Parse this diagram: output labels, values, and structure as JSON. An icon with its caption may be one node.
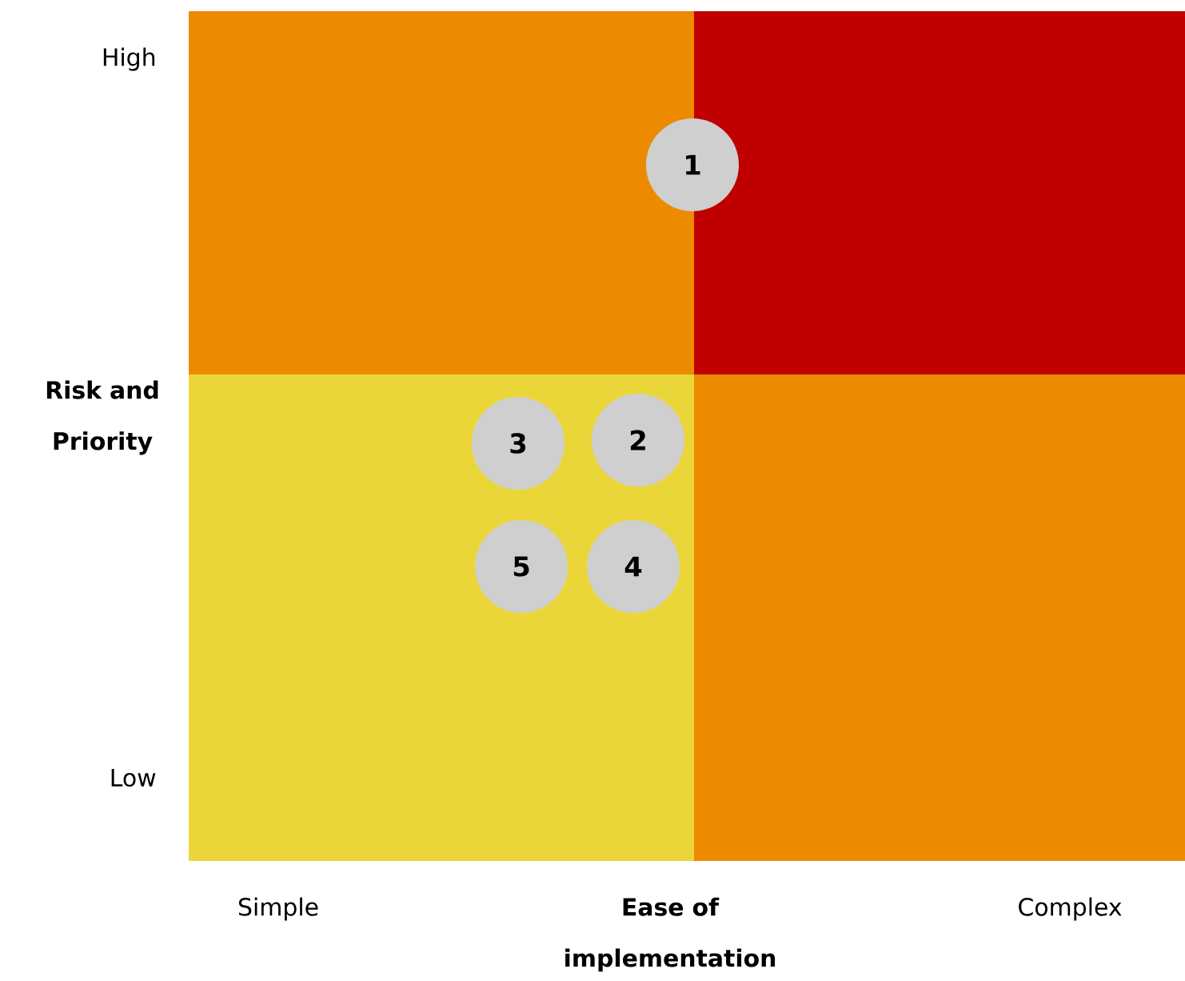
{
  "diagram": {
    "nodes": [
      {
        "text": [
          "1"
        ]
      },
      {
        "text": [
          "2"
        ]
      },
      {
        "text": [
          "3"
        ]
      },
      {
        "text": [
          "4"
        ]
      },
      {
        "text": [
          "5"
        ]
      }
    ],
    "labels": [
      "High",
      "Risk and Priority",
      "Low",
      "Simple",
      "Ease of implementation",
      "Complex"
    ]
  }
}
